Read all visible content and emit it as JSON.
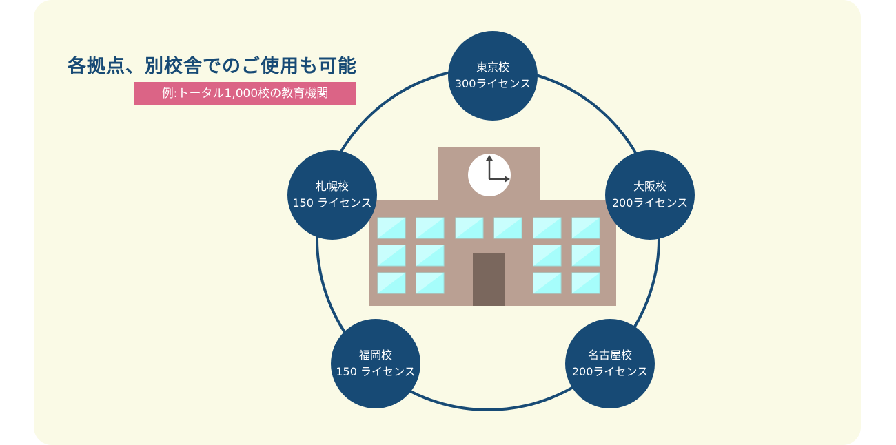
{
  "heading": "各拠点、別校舎でのご使用も可能",
  "example_tag": "例:トータル1,000校の教育機関",
  "campuses": [
    {
      "name": "東京校",
      "licenses": "300ライセンス"
    },
    {
      "name": "大阪校",
      "licenses": "200ライセンス"
    },
    {
      "name": "名古屋校",
      "licenses": "200ライセンス"
    },
    {
      "name": "福岡校",
      "licenses": "150 ライセンス"
    },
    {
      "name": "札幌校",
      "licenses": "150 ライセンス"
    }
  ],
  "colors": {
    "navy": "#174a75",
    "pink": "#db6486",
    "background": "#fafae6",
    "building": "#baa093",
    "window": "#a6fdfb"
  }
}
